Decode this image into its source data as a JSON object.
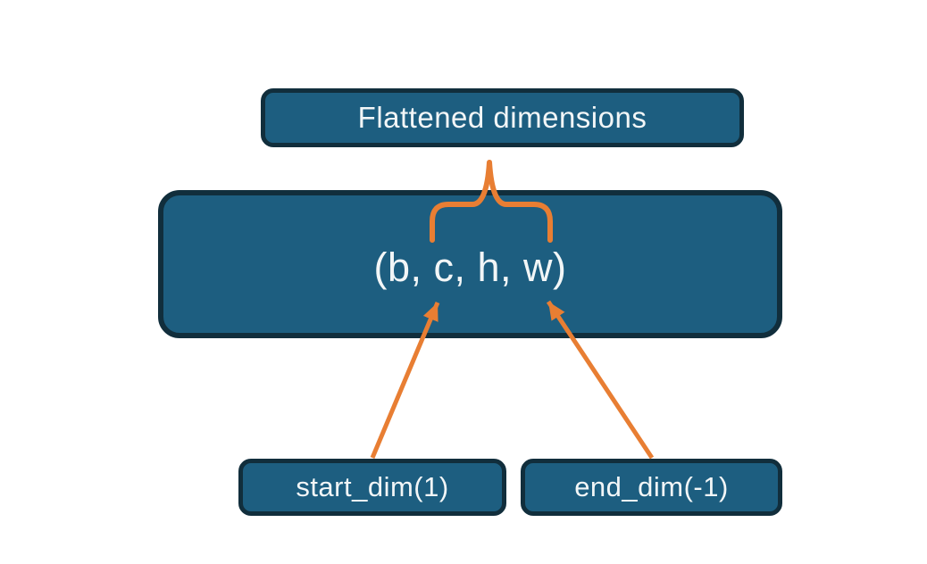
{
  "diagram": {
    "title_node": {
      "label": "Flattened dimensions"
    },
    "main_node": {
      "label": "(b, c, h, w)"
    },
    "start_dim_node": {
      "label": "start_dim(1)"
    },
    "end_dim_node": {
      "label": "end_dim(-1)"
    },
    "connectors": {
      "brace": "curly-brace-up",
      "left_arrow": "arrow-from-start-dim-to-c",
      "right_arrow": "arrow-from-end-dim-to-w"
    },
    "colors": {
      "node_fill": "#1d5e80",
      "node_border": "#112e3c",
      "accent_orange": "#e87e33",
      "text": "#f2f6f7",
      "background": "#ffffff"
    }
  }
}
